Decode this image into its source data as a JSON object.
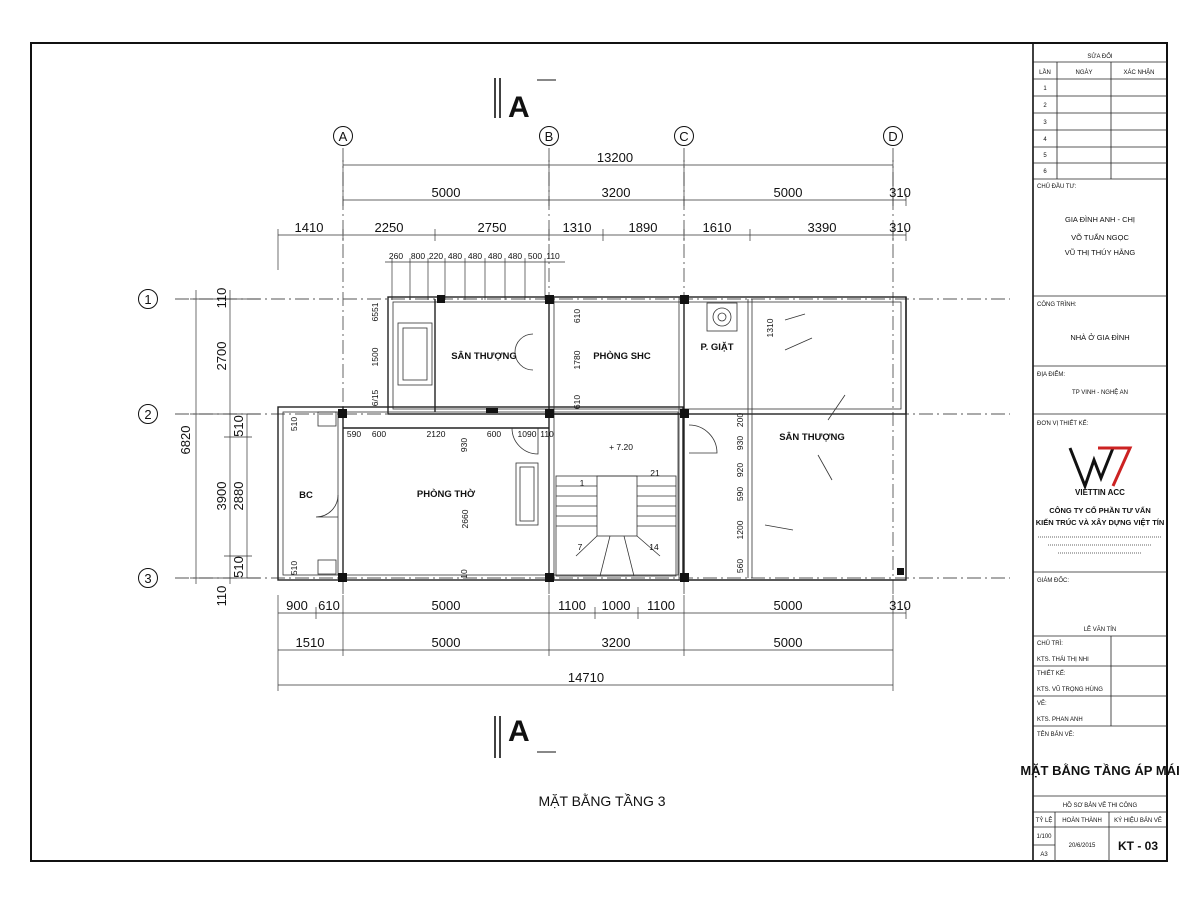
{
  "grid": {
    "columns": [
      "A",
      "B",
      "C",
      "D"
    ],
    "rows": [
      "1",
      "2",
      "3"
    ]
  },
  "section_mark": "A",
  "dims_top": {
    "overall": "13200",
    "row1": [
      "5000",
      "3200",
      "5000",
      "310"
    ],
    "row2": [
      "1410",
      "2250",
      "2750",
      "1310",
      "1890",
      "1610",
      "3390",
      "310"
    ],
    "row3": [
      "260",
      "800",
      "220",
      "480",
      "480",
      "480",
      "480",
      "500",
      "110"
    ]
  },
  "dims_bottom": {
    "row1": [
      "900",
      "610",
      "5000",
      "1100",
      "1000",
      "1100",
      "5000",
      "310"
    ],
    "row2": [
      "1510",
      "5000",
      "3200",
      "5000"
    ],
    "overall": "14710"
  },
  "dims_left": {
    "overall": "6820",
    "outer": [
      "110",
      "2700",
      "510",
      "3900",
      "510",
      "110"
    ],
    "inner": [
      "2880"
    ]
  },
  "inner_dims": [
    "6551",
    "1500",
    "6/15",
    "510",
    "590",
    "600",
    "2120",
    "930",
    "600",
    "1090",
    "110",
    "610",
    "1780",
    "610",
    "1310",
    "200",
    "930",
    "920",
    "590",
    "1200",
    "560",
    "2660",
    "510",
    "10",
    "21",
    "1",
    "7",
    "14"
  ],
  "rooms": {
    "san_thuong_1": "SÂN THƯỢNG",
    "phong_shc": "PHÒNG SHC",
    "p_giat": "P. GIẶT",
    "san_thuong_2": "SÂN THƯỢNG",
    "phong_tho": "PHÒNG THỜ",
    "bc": "BC",
    "level": "+ 7.20"
  },
  "drawing_title": "MẶT BẰNG TẦNG 3",
  "title_block": {
    "revision_header": "SỬA ĐỔI",
    "revision_cols": [
      "LẦN",
      "NGÀY",
      "XÁC NHẬN"
    ],
    "revision_rows": [
      "1",
      "2",
      "3",
      "4",
      "5",
      "6"
    ],
    "owner_label": "CHỦ ĐẦU TƯ:",
    "owner_lines": [
      "GIA ĐÌNH ANH - CHỊ",
      "VÕ TUẤN NGỌC",
      "VŨ THỊ THÚY HẰNG"
    ],
    "project_label": "CÔNG TRÌNH:",
    "project_name": "NHÀ Ở GIA ĐÌNH",
    "location_label": "ĐỊA ĐIỂM:",
    "location": "TP VINH - NGHỆ AN",
    "designer_label": "ĐƠN VỊ THIẾT KẾ:",
    "logo_text": "VIETTIN ACC",
    "company_lines": [
      "CÔNG TY CỔ PHẦN TƯ VẤN",
      "KIẾN TRÚC VÀ XÂY DỰNG VIỆT TÍN"
    ],
    "director_label": "GIÁM ĐỐC:",
    "director_name": "LÊ VĂN TÍN",
    "chu_tri_label": "CHỦ TRÌ:",
    "chu_tri_name": "KTS. THÁI THỊ NHI",
    "thiet_ke_label": "THIẾT KẾ:",
    "thiet_ke_name": "KTS. VŨ TRỌNG HÙNG",
    "ve_label": "VẼ:",
    "ve_name": "KTS. PHAN ANH",
    "sheet_name_label": "TÊN BẢN VẼ:",
    "sheet_name": "MẶT BẰNG TẦNG ÁP MÁI",
    "phase": "HỒ SƠ BẢN VẼ THI CÔNG",
    "bottom_cols": [
      "TỶ LỆ",
      "HOÀN THÀNH",
      "KÝ HIỆU BẢN VẼ"
    ],
    "scale": "1/100",
    "paper": "A3",
    "date": "20/6/2015",
    "sheet_no": "KT - 03"
  },
  "colors": {
    "line": "#222222",
    "logo_red": "#cc2222",
    "logo_dark": "#111111"
  }
}
